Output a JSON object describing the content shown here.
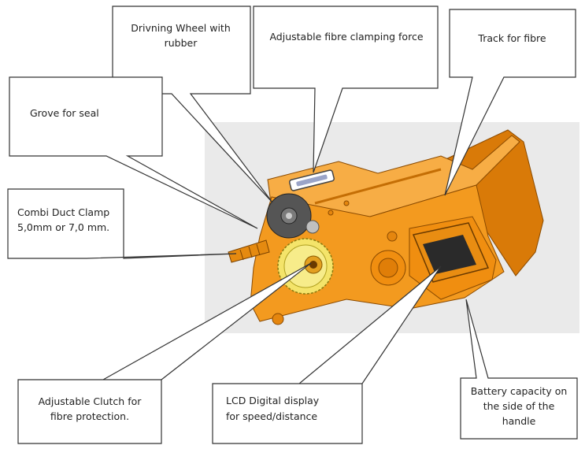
{
  "colors": {
    "machine_body": "#f39a1f",
    "machine_shadow": "#d97a08",
    "machine_edge": "#8a4a00",
    "backdrop": "#eaeaea",
    "wheel_dark": "#555555",
    "clutch_yellow": "#f4e46a",
    "lcd_black": "#2a2a2a",
    "callout_border": "#333333"
  },
  "callouts": {
    "driving_wheel": "Drivning Wheel with rubber",
    "clamping_force": "Adjustable fibre clamping force",
    "fibre_track": "Track for fibre",
    "grove_seal": "Grove for seal",
    "duct_clamp_line1": "Combi Duct Clamp",
    "duct_clamp_line2": "5,0mm or 7,0 mm.",
    "clutch_line1": "Adjustable Clutch for",
    "clutch_line2": "fibre protection.",
    "lcd_line1": "LCD Digital display",
    "lcd_line2": "for speed/distance",
    "battery_line1": "Battery capacity on",
    "battery_line2": "the side of the",
    "battery_line3": "handle"
  }
}
